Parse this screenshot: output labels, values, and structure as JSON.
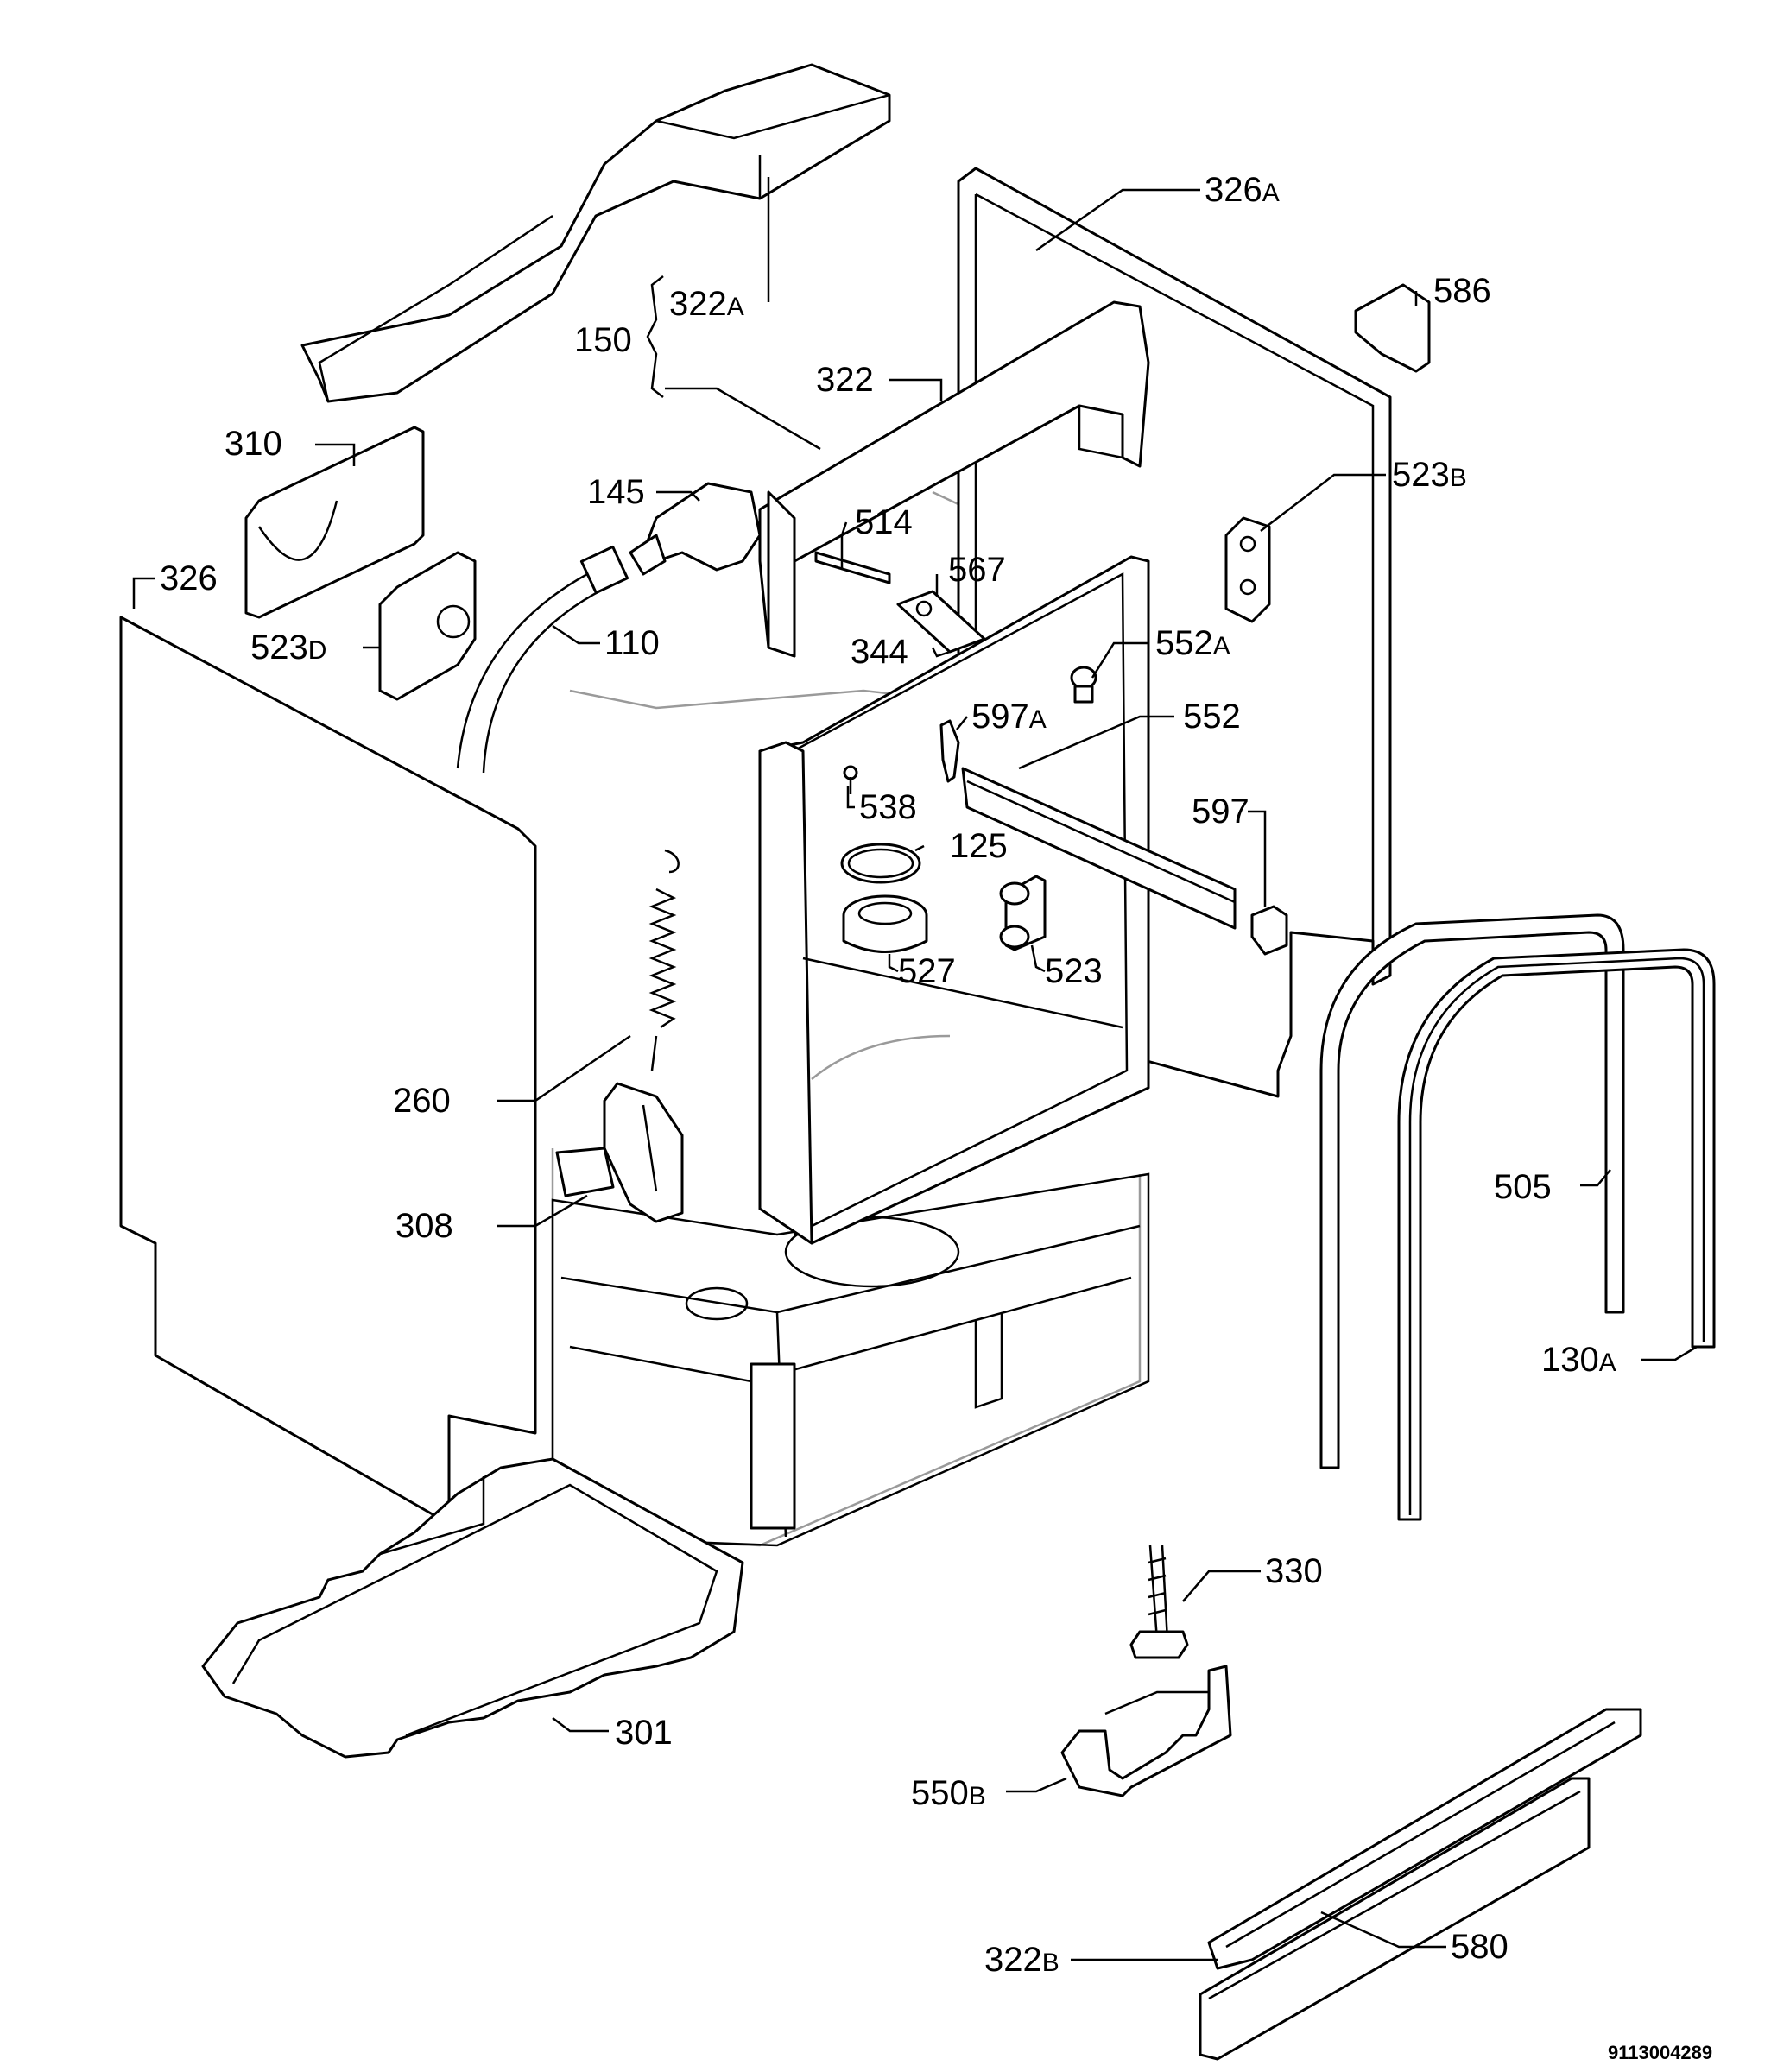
{
  "reference_number": "9113004289",
  "callouts": [
    {
      "id": "326A",
      "num": "326",
      "suffix": "A"
    },
    {
      "id": "586",
      "num": "586",
      "suffix": ""
    },
    {
      "id": "322A",
      "num": "322",
      "suffix": "A"
    },
    {
      "id": "150",
      "num": "150",
      "suffix": ""
    },
    {
      "id": "322",
      "num": "322",
      "suffix": ""
    },
    {
      "id": "310",
      "num": "310",
      "suffix": ""
    },
    {
      "id": "145",
      "num": "145",
      "suffix": ""
    },
    {
      "id": "523B",
      "num": "523",
      "suffix": "B"
    },
    {
      "id": "514",
      "num": "514",
      "suffix": ""
    },
    {
      "id": "326",
      "num": "326",
      "suffix": ""
    },
    {
      "id": "567",
      "num": "567",
      "suffix": ""
    },
    {
      "id": "523D",
      "num": "523",
      "suffix": "D"
    },
    {
      "id": "110",
      "num": "110",
      "suffix": ""
    },
    {
      "id": "344",
      "num": "344",
      "suffix": ""
    },
    {
      "id": "552A",
      "num": "552",
      "suffix": "A"
    },
    {
      "id": "597A",
      "num": "597",
      "suffix": "A"
    },
    {
      "id": "552",
      "num": "552",
      "suffix": ""
    },
    {
      "id": "538",
      "num": "538",
      "suffix": ""
    },
    {
      "id": "597",
      "num": "597",
      "suffix": ""
    },
    {
      "id": "125",
      "num": "125",
      "suffix": ""
    },
    {
      "id": "527",
      "num": "527",
      "suffix": ""
    },
    {
      "id": "523",
      "num": "523",
      "suffix": ""
    },
    {
      "id": "260",
      "num": "260",
      "suffix": ""
    },
    {
      "id": "505",
      "num": "505",
      "suffix": ""
    },
    {
      "id": "308",
      "num": "308",
      "suffix": ""
    },
    {
      "id": "130A",
      "num": "130",
      "suffix": "A"
    },
    {
      "id": "330",
      "num": "330",
      "suffix": ""
    },
    {
      "id": "301",
      "num": "301",
      "suffix": ""
    },
    {
      "id": "550B",
      "num": "550",
      "suffix": "B"
    },
    {
      "id": "322B",
      "num": "322",
      "suffix": "B"
    },
    {
      "id": "580",
      "num": "580",
      "suffix": ""
    }
  ]
}
